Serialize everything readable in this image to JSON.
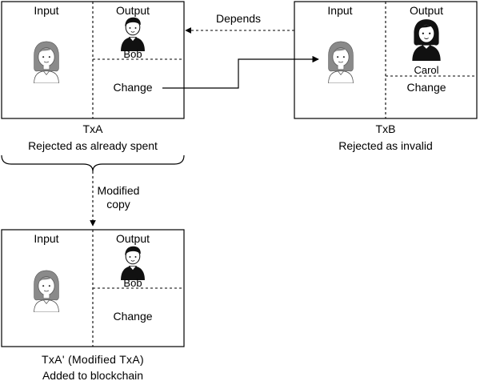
{
  "tx_a": {
    "input_label": "Input",
    "output_label": "Output",
    "recipient": "Bob",
    "change_label": "Change",
    "name": "TxA",
    "status": "Rejected as already spent"
  },
  "tx_b": {
    "input_label": "Input",
    "output_label": "Output",
    "recipient": "Carol",
    "change_label": "Change",
    "name": "TxB",
    "status": "Rejected as invalid"
  },
  "tx_a_prime": {
    "input_label": "Input",
    "output_label": "Output",
    "recipient": "Bob",
    "change_label": "Change",
    "name": "TxA' (Modified TxA)",
    "status": "Added to blockchain"
  },
  "arrows": {
    "depends_label": "Depends",
    "modified_copy_line1": "Modified",
    "modified_copy_line2": "copy"
  },
  "icons": {
    "sender": "woman-avatar-icon",
    "bob": "man-avatar-icon",
    "carol": "woman-black-hair-avatar-icon"
  },
  "colors": {
    "line": "#000000",
    "sender_hair": "#8a8a8a",
    "avatar_dark": "#111111"
  }
}
